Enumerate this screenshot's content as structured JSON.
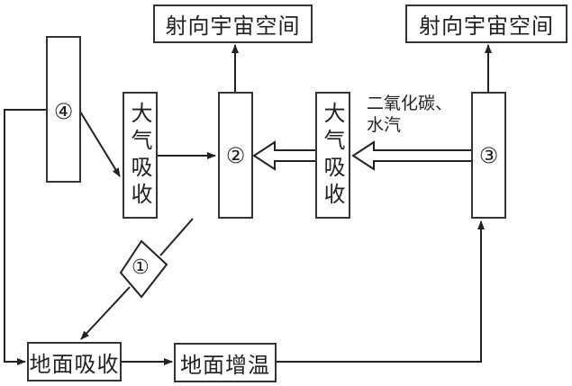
{
  "nodes": {
    "space_left": "射向宇宙空间",
    "space_right": "射向宇宙空间",
    "n4": "④",
    "atm_abs_left": "大气吸收",
    "n2": "②",
    "atm_abs_right": "大气吸收",
    "n3": "③",
    "n1": "①",
    "ground_abs": "地面吸收",
    "ground_warm": "地面增温"
  },
  "labels": {
    "co2_line1": "二氧化碳、",
    "co2_line2": "水汽"
  }
}
